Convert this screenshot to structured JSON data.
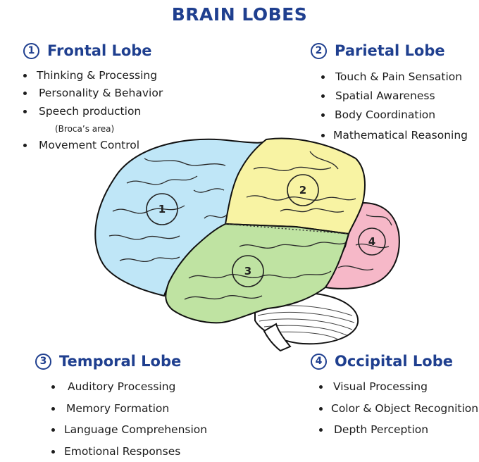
{
  "title": "BRAIN LOBES",
  "lobes": [
    {
      "num": "1",
      "title": "Frontal Lobe",
      "items": [
        "Thinking & Processing",
        "Personality & Behavior",
        "Speech production",
        "Movement Control"
      ],
      "note": "(Broca’s area)",
      "color": "#bfe6f7"
    },
    {
      "num": "2",
      "title": "Parietal Lobe",
      "items": [
        "Touch & Pain Sensation",
        "Spatial Awareness",
        "Body Coordination",
        "Mathematical Reasoning"
      ],
      "color": "#f8f3a3"
    },
    {
      "num": "3",
      "title": "Temporal Lobe",
      "items": [
        "Auditory Processing",
        "Memory Formation",
        "Language Comprehension",
        "Emotional Responses"
      ],
      "color": "#bfe3a2"
    },
    {
      "num": "4",
      "title": "Occipital Lobe",
      "items": [
        "Visual Processing",
        "Color & Object Recognition",
        "Depth Perception"
      ],
      "color": "#f6b8c8"
    }
  ],
  "markers": [
    "1",
    "2",
    "3",
    "4"
  ],
  "colors": {
    "heading": "#1f3f8f",
    "cerebellum": "#ffffff",
    "outline": "#111111"
  }
}
